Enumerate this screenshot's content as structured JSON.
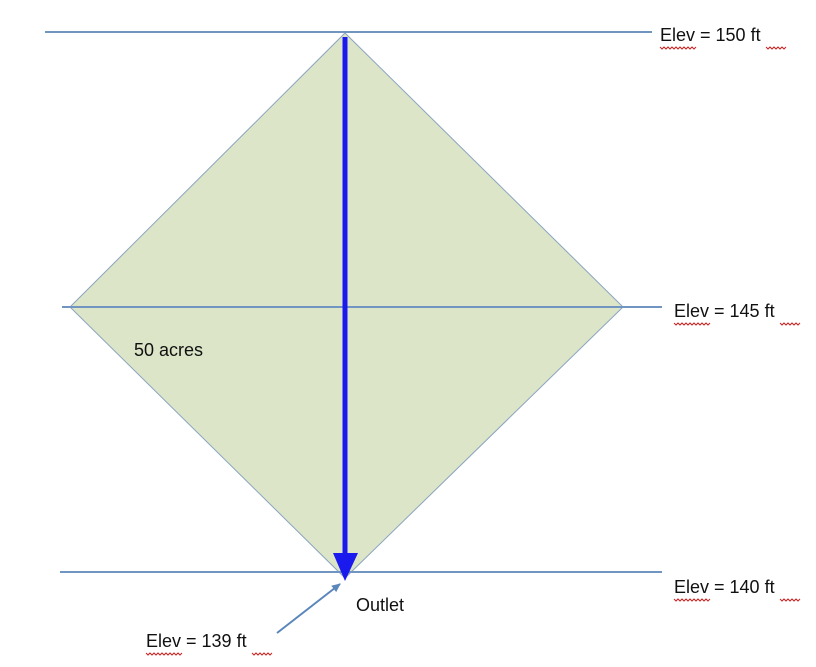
{
  "labels": {
    "elev_150": "Elev = 150 ft",
    "elev_145": "Elev = 145 ft",
    "elev_140": "Elev = 140 ft",
    "elev_139": "Elev = 139 ft",
    "area": "50 acres",
    "outlet": "Outlet"
  },
  "colors": {
    "watershed_fill": "#dce5c8",
    "watershed_edge": "#8aa4be",
    "contour_line": "#6f95c0",
    "flow_arrow": "#1a1aee",
    "pointer_arrow": "#5b86ba",
    "spellcheck_underline": "#d02020"
  }
}
